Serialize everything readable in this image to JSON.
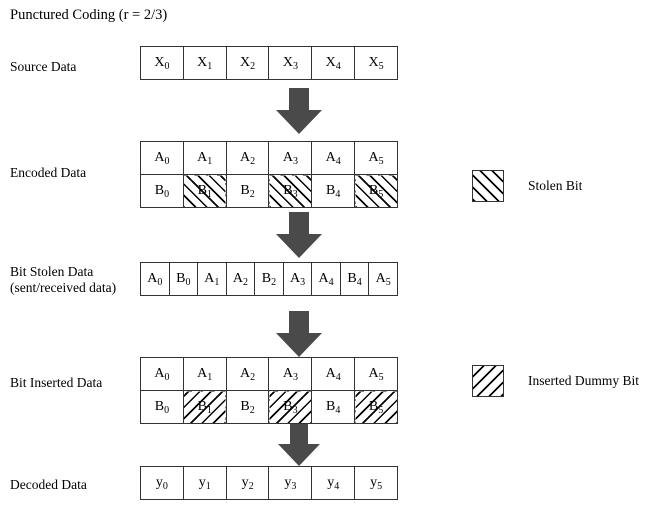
{
  "title": "Punctured Coding (r = 2/3)",
  "rows": [
    {
      "key": "source",
      "label": "Source Data",
      "label_line2": "",
      "cells_top": [
        {
          "base": "X",
          "sub": "0",
          "hatch": "none"
        },
        {
          "base": "X",
          "sub": "1",
          "hatch": "none"
        },
        {
          "base": "X",
          "sub": "2",
          "hatch": "none"
        },
        {
          "base": "X",
          "sub": "3",
          "hatch": "none"
        },
        {
          "base": "X",
          "sub": "4",
          "hatch": "none"
        },
        {
          "base": "X",
          "sub": "5",
          "hatch": "none"
        }
      ]
    },
    {
      "key": "encoded",
      "label": "Encoded Data",
      "label_line2": "",
      "cells_top": [
        {
          "base": "A",
          "sub": "0",
          "hatch": "none"
        },
        {
          "base": "A",
          "sub": "1",
          "hatch": "none"
        },
        {
          "base": "A",
          "sub": "2",
          "hatch": "none"
        },
        {
          "base": "A",
          "sub": "3",
          "hatch": "none"
        },
        {
          "base": "A",
          "sub": "4",
          "hatch": "none"
        },
        {
          "base": "A",
          "sub": "5",
          "hatch": "none"
        }
      ],
      "cells_bottom": [
        {
          "base": "B",
          "sub": "0",
          "hatch": "none"
        },
        {
          "base": "B",
          "sub": "1",
          "hatch": "forward"
        },
        {
          "base": "B",
          "sub": "2",
          "hatch": "none"
        },
        {
          "base": "B",
          "sub": "3",
          "hatch": "forward"
        },
        {
          "base": "B",
          "sub": "4",
          "hatch": "none"
        },
        {
          "base": "B",
          "sub": "5",
          "hatch": "forward"
        }
      ]
    },
    {
      "key": "bit-stolen",
      "label": "Bit Stolen Data",
      "label_line2": "(sent/received data)",
      "cells_top": [
        {
          "base": "A",
          "sub": "0",
          "hatch": "none"
        },
        {
          "base": "B",
          "sub": "0",
          "hatch": "none"
        },
        {
          "base": "A",
          "sub": "1",
          "hatch": "none"
        },
        {
          "base": "A",
          "sub": "2",
          "hatch": "none"
        },
        {
          "base": "B",
          "sub": "2",
          "hatch": "none"
        },
        {
          "base": "A",
          "sub": "3",
          "hatch": "none"
        },
        {
          "base": "A",
          "sub": "4",
          "hatch": "none"
        },
        {
          "base": "B",
          "sub": "4",
          "hatch": "none"
        },
        {
          "base": "A",
          "sub": "5",
          "hatch": "none"
        }
      ]
    },
    {
      "key": "bit-inserted",
      "label": "Bit Inserted Data",
      "label_line2": "",
      "cells_top": [
        {
          "base": "A",
          "sub": "0",
          "hatch": "none"
        },
        {
          "base": "A",
          "sub": "1",
          "hatch": "none"
        },
        {
          "base": "A",
          "sub": "2",
          "hatch": "none"
        },
        {
          "base": "A",
          "sub": "3",
          "hatch": "none"
        },
        {
          "base": "A",
          "sub": "4",
          "hatch": "none"
        },
        {
          "base": "A",
          "sub": "5",
          "hatch": "none"
        }
      ],
      "cells_bottom": [
        {
          "base": "B",
          "sub": "0",
          "hatch": "none"
        },
        {
          "base": "B",
          "sub": "1",
          "hatch": "backward"
        },
        {
          "base": "B",
          "sub": "2",
          "hatch": "none"
        },
        {
          "base": "B",
          "sub": "3",
          "hatch": "backward"
        },
        {
          "base": "B",
          "sub": "4",
          "hatch": "none"
        },
        {
          "base": "B",
          "sub": "5",
          "hatch": "backward"
        }
      ]
    },
    {
      "key": "decoded",
      "label": "Decoded Data",
      "label_line2": "",
      "cells_top": [
        {
          "base": "y",
          "sub": "0",
          "hatch": "none"
        },
        {
          "base": "y",
          "sub": "1",
          "hatch": "none"
        },
        {
          "base": "y",
          "sub": "2",
          "hatch": "none"
        },
        {
          "base": "y",
          "sub": "3",
          "hatch": "none"
        },
        {
          "base": "y",
          "sub": "4",
          "hatch": "none"
        },
        {
          "base": "y",
          "sub": "5",
          "hatch": "none"
        }
      ]
    }
  ],
  "legend": [
    {
      "key": "stolen-bit",
      "label": "Stolen Bit",
      "hatch": "forward"
    },
    {
      "key": "inserted-dummy-bit",
      "label": "Inserted Dummy Bit",
      "hatch": "backward"
    }
  ],
  "arrows": {
    "count": 4,
    "color": "#4a4a4a",
    "direction": "down"
  }
}
